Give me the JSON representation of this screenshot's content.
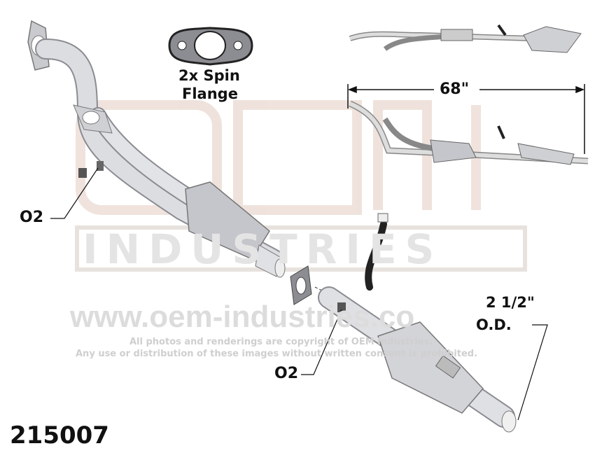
{
  "watermark": {
    "logo_top": "OEM",
    "logo_bottom": "INDUSTRIES",
    "url": "www.oem-industries.co",
    "copyright_line1": "All photos and renderings are copyright of OEM Industries.",
    "copyright_line2": "Any use or distribution of these images without written consent is prohibited."
  },
  "labels": {
    "flange_line1": "2x Spin",
    "flange_line2": "Flange",
    "length": "68\"",
    "o2_upper": "O2",
    "o2_lower": "O2",
    "diameter_line1": "2 1/2\"",
    "diameter_line2": "O.D.",
    "part_number": "215007"
  },
  "colors": {
    "pipe": "#d9dade",
    "pipe_edge": "#8a8c92",
    "label": "#111111",
    "watermark": "#d6d6d6"
  }
}
